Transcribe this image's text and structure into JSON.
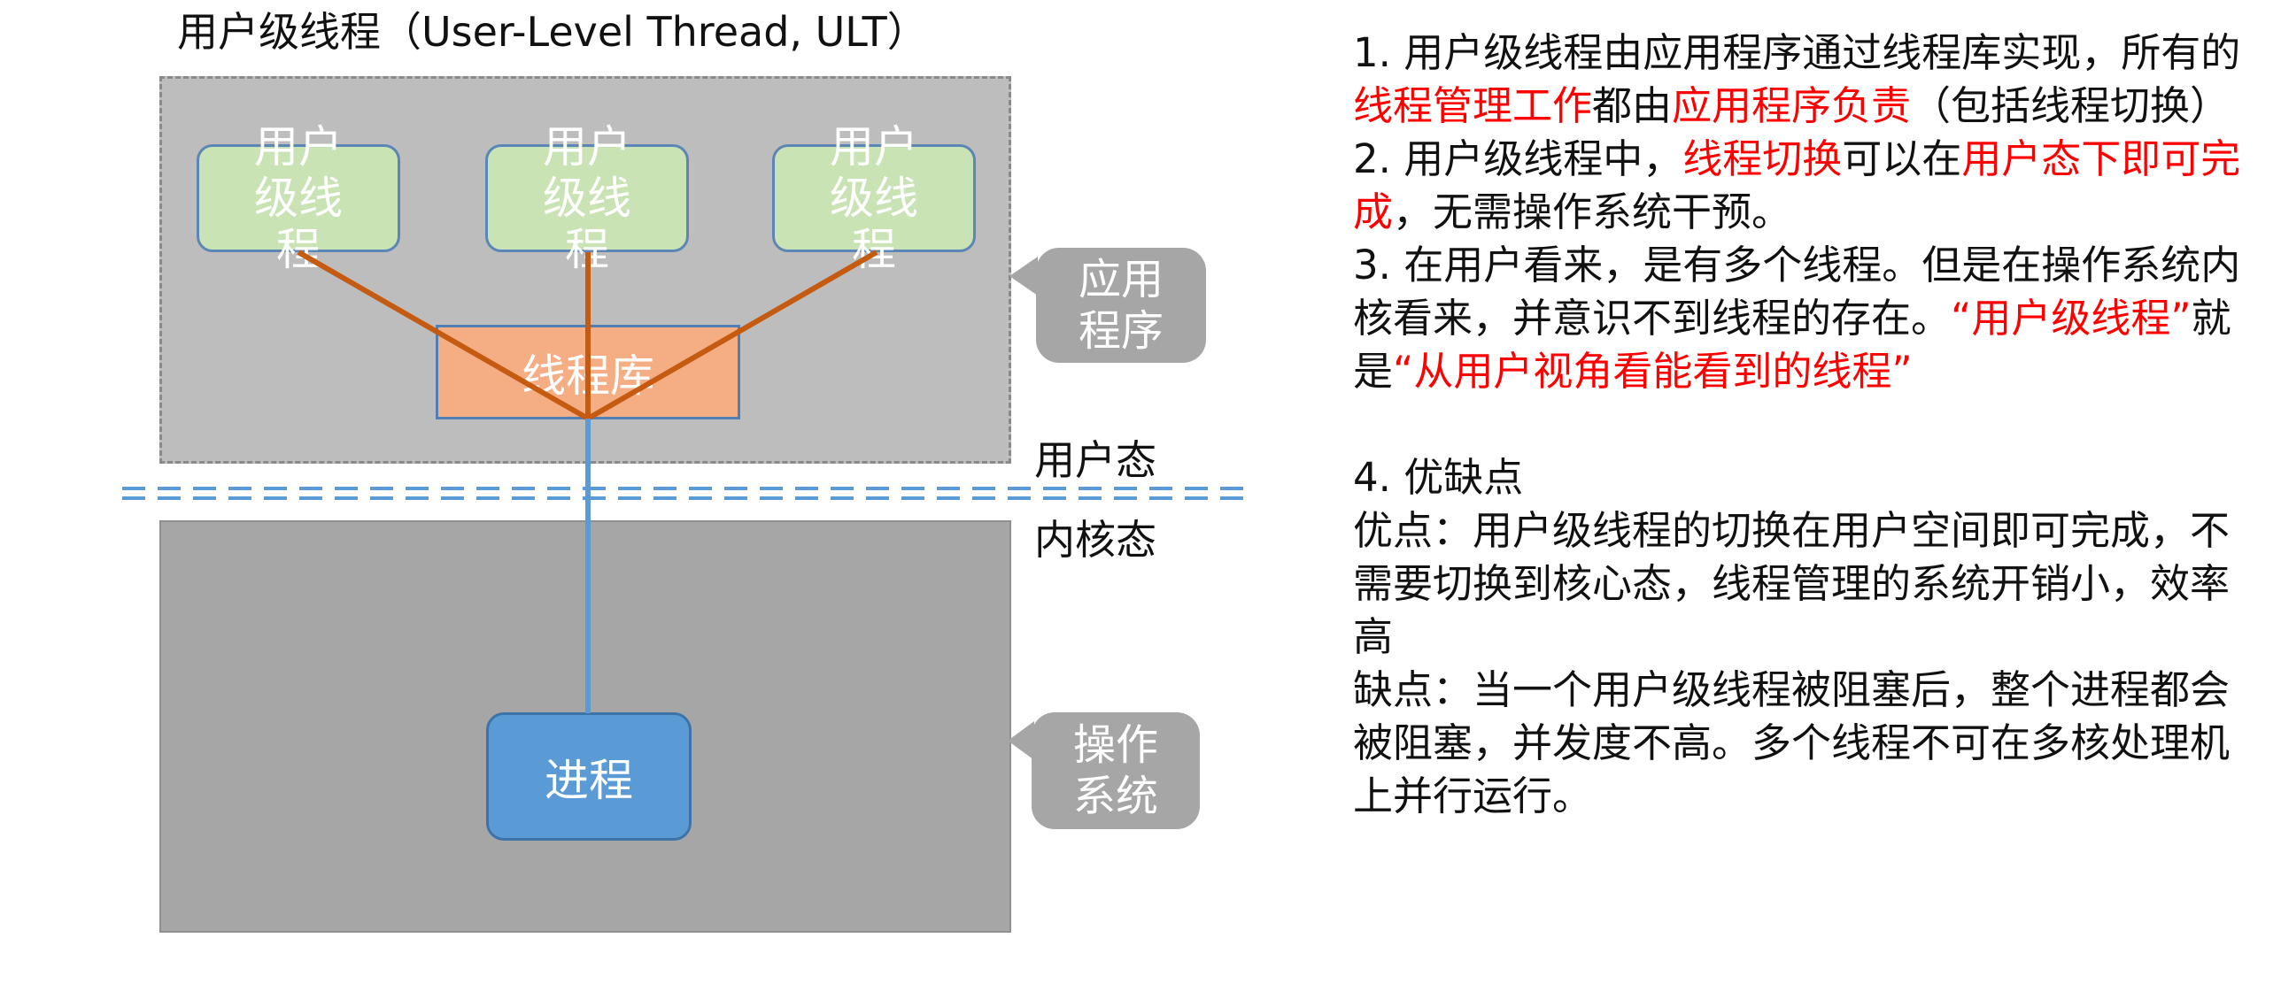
{
  "diagram": {
    "title": "用户级线程（User-Level Thread, ULT）",
    "user_thread_label": "用户级线程",
    "thread_library_label": "线程库",
    "process_label": "进程",
    "app_callout_label": "应用程序",
    "os_callout_label": "操作系统",
    "user_mode_label": "用户态",
    "kernel_mode_label": "内核态",
    "colors": {
      "user_thread_fill": "#c9e3b4",
      "thread_library_fill": "#f5ad84",
      "process_fill": "#5b9bd5",
      "user_space_fill": "#bdbdbd",
      "kernel_space_fill": "#a6a6a6",
      "mapping_line": "#c55a11",
      "process_line": "#5b9bd5",
      "boundary_line": "#5b9bd5",
      "highlight_text": "#ff0000"
    }
  },
  "notes": {
    "p1": {
      "s1": "1. 用户级线程由应用程序通过线程库实现，所有的",
      "h1": "线程管理工作",
      "s2": "都由",
      "h2": "应用程序负责",
      "s3": "（包括线程切换）"
    },
    "p2": {
      "s1": "2. 用户级线程中，",
      "h1": "线程切换",
      "s2": "可以在",
      "h2": "用户态下即可完成",
      "s3": "，无需操作系统干预。"
    },
    "p3": {
      "s1": "3. 在用户看来，是有多个线程。但是在操作系统内核看来，并意识不到线程的存在。",
      "h1": "“用户级线程”",
      "s2": "就是",
      "h2": "“从用户视角看能看到的线程”"
    },
    "p4_title": "4. 优缺点",
    "p4_pros": "优点：用户级线程的切换在用户空间即可完成，不需要切换到核心态，线程管理的系统开销小，效率高",
    "p4_cons": "缺点：当一个用户级线程被阻塞后，整个进程都会被阻塞，并发度不高。多个线程不可在多核处理机上并行运行。"
  }
}
